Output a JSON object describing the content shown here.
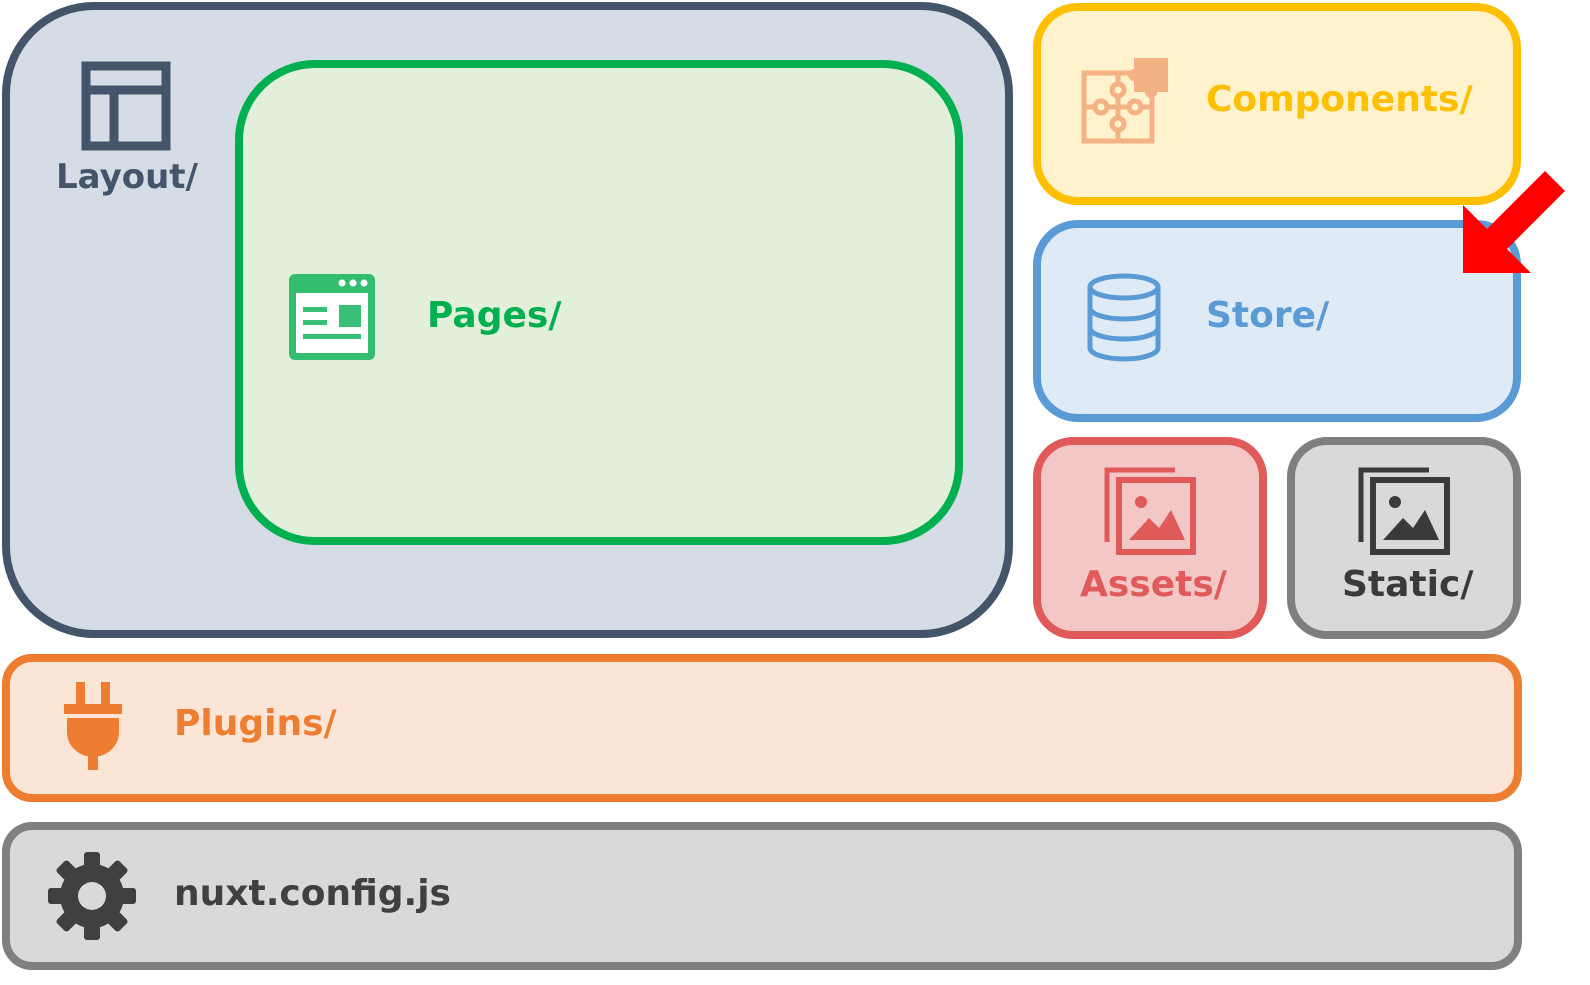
{
  "layout": {
    "label": "Layout/",
    "border": "#44546a",
    "fill": "#d6dce5",
    "text": "#44546a",
    "icon": "layout-icon"
  },
  "pages": {
    "label": "Pages/",
    "border": "#00b050",
    "fill": "#e2efda",
    "text": "#00b050",
    "icon": "webpage-icon"
  },
  "components": {
    "label": "Components/",
    "border": "#ffc000",
    "fill": "#fff2cc",
    "text": "#ffc000",
    "icon": "puzzle-icon",
    "icon_color": "#f4b183"
  },
  "store": {
    "label": "Store/",
    "border": "#5b9bd5",
    "fill": "#deebf7",
    "text": "#5b9bd5",
    "icon": "database-icon"
  },
  "assets": {
    "label": "Assets/",
    "border": "#e05a5a",
    "fill": "#f4c7c7",
    "text": "#e05a5a",
    "icon": "images-icon"
  },
  "static": {
    "label": "Static/",
    "border": "#7f7f7f",
    "fill": "#d9d9d9",
    "text": "#3a3a3a",
    "icon": "images-icon"
  },
  "plugins": {
    "label": "Plugins/",
    "border": "#ed7d31",
    "fill": "#fbe5d6",
    "text": "#ed7d31",
    "icon": "plug-icon"
  },
  "config": {
    "label": "nuxt.config.js",
    "border": "#808080",
    "fill": "#d9d9d9",
    "text": "#404040",
    "icon": "gear-icon"
  },
  "highlight": {
    "icon": "arrow-icon",
    "color": "#ff0000",
    "target": "store"
  }
}
